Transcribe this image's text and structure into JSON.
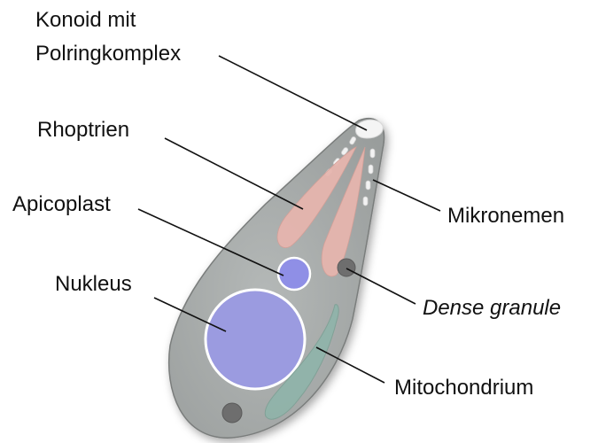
{
  "labels": {
    "konoid_line1": "Konoid mit",
    "konoid_line2": "Polringkomplex",
    "rhoptrien": "Rhoptrien",
    "apicoplast": "Apicoplast",
    "nukleus": "Nukleus",
    "mikronemen": "Mikronemen",
    "dense_granule": "Dense granule",
    "mitochondrium": "Mitochondrium"
  },
  "colors": {
    "cell_fill": "#9ea2a1",
    "cell_edge": "#7a7d7c",
    "rhoptry": "#e6b5ae",
    "nucleus": "#9b9be0",
    "apicoplast": "#8f8fe6",
    "mitochondrion": "#8fb4aa",
    "granule": "#6e6e6e",
    "leader_line": "#111111"
  }
}
